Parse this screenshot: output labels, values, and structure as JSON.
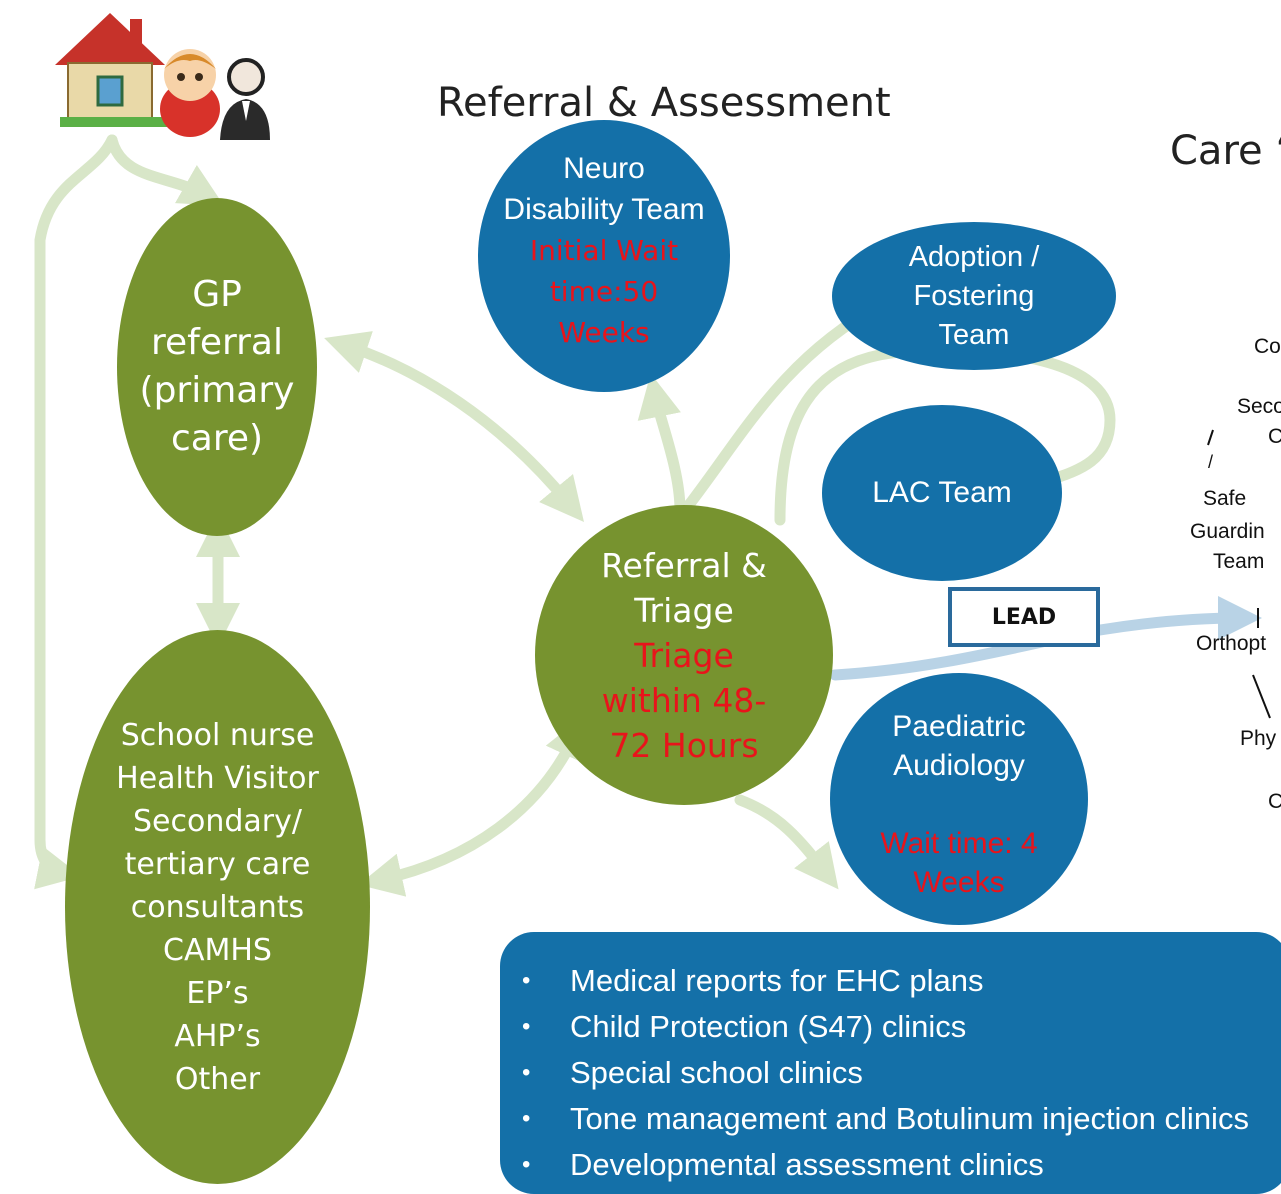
{
  "titles": {
    "main": "Referral & Assessment",
    "care": "Care ‘"
  },
  "nodes": {
    "gp": [
      "GP",
      "referral",
      "(primary",
      "care)"
    ],
    "school": [
      "School nurse",
      "Health Visitor",
      "Secondary/",
      "tertiary care",
      "consultants",
      "CAMHS",
      "EP’s",
      "AHP’s",
      "Other"
    ],
    "triage": {
      "lines": [
        "Referral &",
        "Triage"
      ],
      "wait": [
        "Triage",
        "within 48-",
        "72 Hours"
      ]
    },
    "neuro": {
      "lines": [
        "Neuro",
        "Disability Team"
      ],
      "wait": [
        "Initial Wait",
        "time:50",
        "Weeks"
      ]
    },
    "adoption": [
      "Adoption /",
      "Fostering",
      "Team"
    ],
    "lac": "LAC Team",
    "audiology": {
      "lines": [
        "Paediatric",
        "Audiology"
      ],
      "wait": [
        "Wait time: 4",
        "Weeks"
      ]
    }
  },
  "lead_label": "LEAD",
  "care_labels": [
    "Co",
    "Seco",
    "C",
    "/",
    "Safe",
    "Guardin",
    "Team",
    "Orthopt",
    "Phy",
    "C"
  ],
  "clinics": [
    "Medical reports for EHC plans",
    "Child Protection (S47) clinics",
    "Special school clinics",
    "Tone management and Botulinum injection clinics",
    "Developmental assessment clinics"
  ],
  "colors": {
    "green_node": "#77932f",
    "blue_node": "#1470a8",
    "wait_text": "#e8141b",
    "arrow": "#d8e6c8",
    "lead_arrow": "#b9d3e6"
  },
  "icons": [
    "house-icon",
    "baby-icon",
    "person-icon"
  ]
}
